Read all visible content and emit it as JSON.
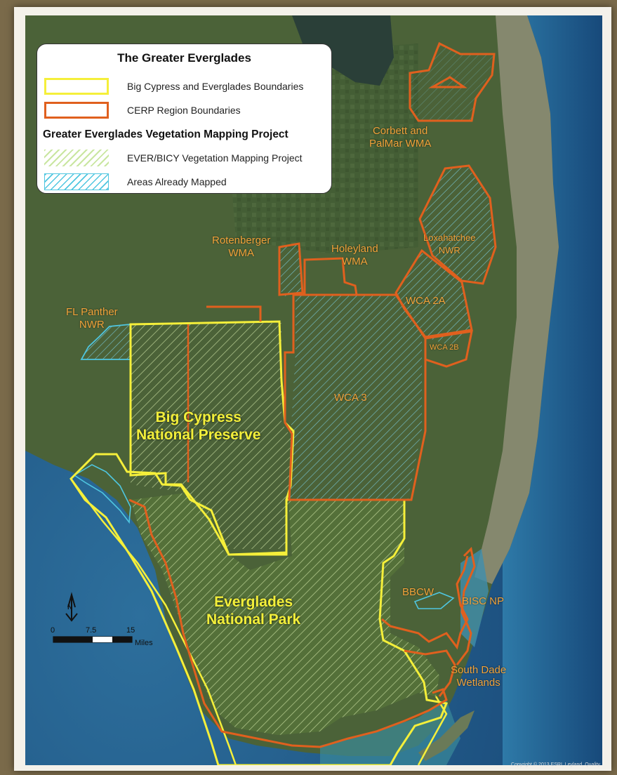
{
  "legend": {
    "title": "The Greater Everglades",
    "items": [
      {
        "label": "Big Cypress and Everglades Boundaries",
        "color": "#f5ef3a"
      },
      {
        "label": "CERP Region Boundaries",
        "color": "#e0601e"
      }
    ],
    "subtitle": "Greater Everglades Vegetation Mapping Project",
    "items2": [
      {
        "label": "EVER/BICY Vegetation Mapping Project",
        "color": "#c9e6a0"
      },
      {
        "label": "Areas Already Mapped",
        "color": "#4fc6e0"
      }
    ]
  },
  "labels": {
    "corbett": "Corbett and\nPalMar WMA",
    "loxahatchee": "Loxahatchee\nNWR",
    "rotenberger": "Rotenberger\nWMA",
    "holeyland": "Holeyland\nWMA",
    "wca2a": "WCA 2A",
    "wca2b": "WCA 2B",
    "panther": "FL Panther\nNWR",
    "wca3": "WCA 3",
    "bigcypress": "Big Cypress\nNational Preserve",
    "everglades": "Everglades\nNational Park",
    "bbcw": "BBCW",
    "bisc": "BISC NP",
    "southdade": "South Dade\nWetlands"
  },
  "scale": {
    "ticks": [
      "0",
      "7.5",
      "15"
    ],
    "unit": "Miles",
    "north_icon": "north-arrow-icon"
  },
  "copyright": "Copyright © 2013 ESRI, Leyland, Quality"
}
